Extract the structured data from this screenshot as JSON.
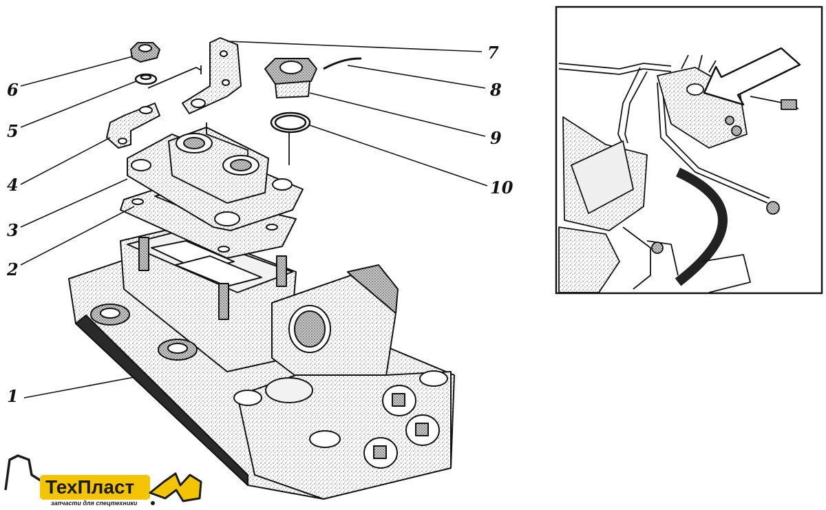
{
  "callouts": [
    {
      "id": "1",
      "label": "1"
    },
    {
      "id": "2",
      "label": "2"
    },
    {
      "id": "3",
      "label": "3"
    },
    {
      "id": "4",
      "label": "4"
    },
    {
      "id": "5",
      "label": "5"
    },
    {
      "id": "6",
      "label": "6"
    },
    {
      "id": "7",
      "label": "7"
    },
    {
      "id": "8",
      "label": "8"
    },
    {
      "id": "9",
      "label": "9"
    },
    {
      "id": "10",
      "label": "10"
    }
  ],
  "logo": {
    "name": "ТехПласт",
    "tagline": "запчасти для спецтехники",
    "accent_color": "#f2c500"
  },
  "colors": {
    "ink": "#111111",
    "shade": "#8a8a8a",
    "paper": "#ffffff"
  }
}
